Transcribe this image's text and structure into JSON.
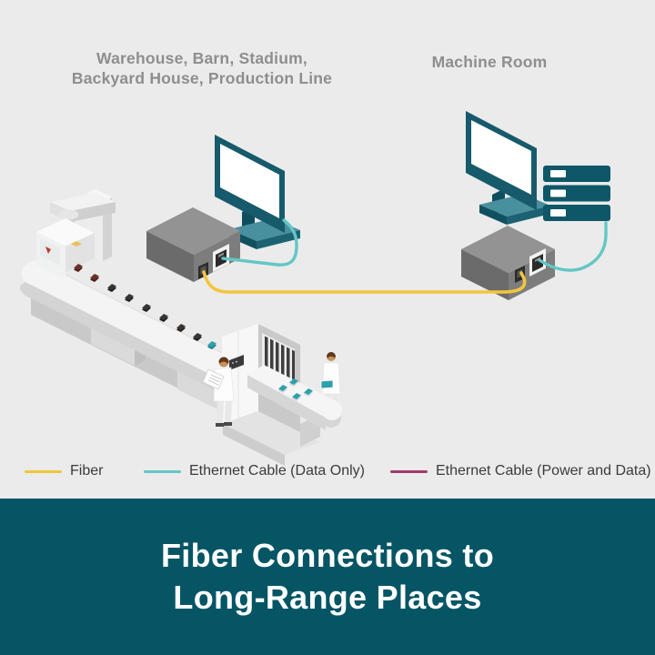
{
  "header": {
    "left_line1": "Warehouse, Barn, Stadium,",
    "left_line2": "Backyard House, Production Line",
    "right_label": "Machine Room"
  },
  "legend": {
    "items": [
      {
        "label": "Fiber",
        "color": "#F2C63D"
      },
      {
        "label": "Ethernet Cable (Data Only)",
        "color": "#62C7C4"
      },
      {
        "label": "Ethernet Cable (Power and Data)",
        "color": "#A23A6D"
      }
    ]
  },
  "footer": {
    "title_line1": "Fiber Connections to",
    "title_line2": "Long-Range Places",
    "background": "#055565",
    "text_color": "#FFFFFF"
  },
  "scene": {
    "components": [
      "production-line",
      "press-machine",
      "inspection-machine",
      "conveyor-belt",
      "worker",
      "monitor",
      "media-converter",
      "server-rack",
      "fiber-cable",
      "ethernet-cable"
    ]
  },
  "colors": {
    "page_background": "#EBEBEB",
    "heading_text": "#8E8E8E",
    "legend_text": "#3B3B3B",
    "device_teal": "#165A6B",
    "fiber_yellow": "#F2C63D",
    "ethernet_cyan": "#62C7C4",
    "ethernet_magenta": "#A23A6D"
  }
}
